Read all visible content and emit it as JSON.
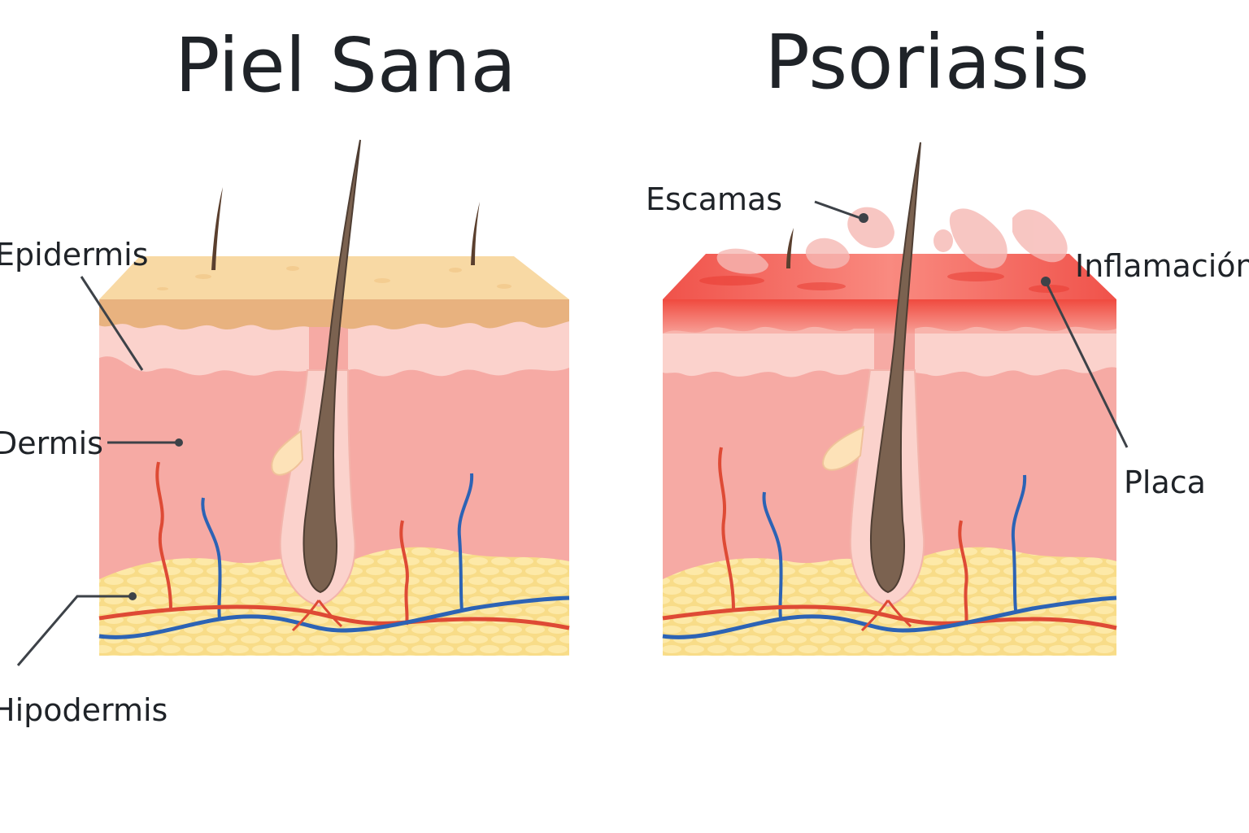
{
  "panels": {
    "healthy": {
      "title": "Piel Sana"
    },
    "psoriasis": {
      "title": "Psoriasis"
    }
  },
  "labels": {
    "epidermis": "Epidermis",
    "dermis": "Dermis",
    "hipodermis": "Hipodermis",
    "escamas": "Escamas",
    "inflamacion": "Inflamación",
    "placa": "Placa"
  },
  "colors": {
    "epidermis_healthy": "#f6d49a",
    "epidermis_band": "#e8b27f",
    "papillary": "#fbd2cc",
    "dermis": "#f6aaa4",
    "fat": "#f8dc88",
    "fat_cell": "#fde9a8",
    "artery": "#de4a35",
    "vein": "#2c63b5",
    "hair": "#7b6250",
    "inflammation": "#f3574a",
    "scale": "#f6b8b4",
    "text": "#1f2328"
  }
}
